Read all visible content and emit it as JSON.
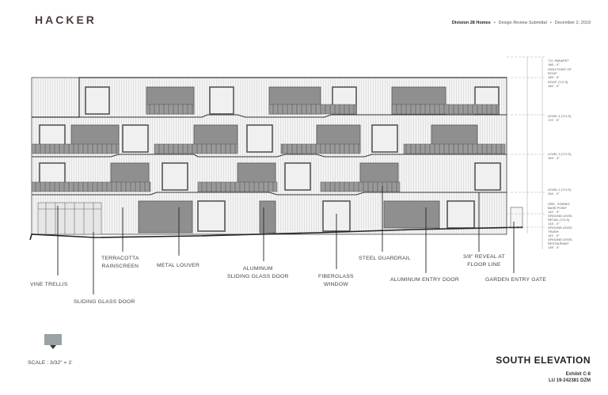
{
  "header": {
    "logo": "HACKER",
    "project": "Division 28 Homes",
    "submittal": "Design Review Submittal",
    "date": "December 2, 2019"
  },
  "drawing": {
    "title": "SOUTH ELEVATION",
    "exhibit": "Exhibit C-8",
    "case_number": "LU 19-242381 DZM",
    "scale": "SCALE : 3/32\" = 1'"
  },
  "callouts": [
    {
      "id": "vine-trellis",
      "text": "VINE TRELLIS"
    },
    {
      "id": "sliding-glass-door",
      "text": "SLIDING GLASS DOOR"
    },
    {
      "id": "terracotta-rainscreen",
      "text": "TERRACOTTA\nRAINSCREEN"
    },
    {
      "id": "metal-louver",
      "text": "METAL LOUVER"
    },
    {
      "id": "aluminum-sliding-glass-door",
      "text": "ALUMINUM\nSLIDING GLASS DOOR"
    },
    {
      "id": "fiberglass-window",
      "text": "FIBERGLASS\nWINDOW"
    },
    {
      "id": "steel-guardrail",
      "text": "STEEL GUARDRAIL"
    },
    {
      "id": "aluminum-entry-door",
      "text": "ALUMINUM ENTRY DOOR"
    },
    {
      "id": "reveal-floor-line",
      "text": "3/8\" REVEAL AT\nFLOOR LINE"
    },
    {
      "id": "garden-entry-gate",
      "text": "GARDEN ENTRY GATE"
    }
  ],
  "level_tags": [
    {
      "id": "parapet",
      "text": "T.O. PARAPET\n186' - 0\""
    },
    {
      "id": "high-point",
      "text": "HIGH POINT OF\nROOF\n185' - 6\""
    },
    {
      "id": "roof",
      "text": "ROOF (T.O.S)\n182' - 0\""
    },
    {
      "id": "level4",
      "text": "LEVEL 4 (T.O.S)\n172' - 5\""
    },
    {
      "id": "level3",
      "text": "LEVEL 3 (T.O.S)\n163' - 3\""
    },
    {
      "id": "level2",
      "text": "LEVEL 2 (T.O.S)\n154' - 0\""
    },
    {
      "id": "zoning",
      "text": "OBS - ZONING\nBASE POINT\n142' - 9\""
    },
    {
      "id": "ground-retail",
      "text": "GROUND LEVEL\nRETAIL (T.O.S)\n143' - 0\""
    },
    {
      "id": "ground-trash",
      "text": "GROUND LEVEL\nTRASH\n141' - 0\""
    },
    {
      "id": "ground-restaurant",
      "text": "GROUND LEVEL\nRESTAURANT\n139' - 0\""
    }
  ]
}
